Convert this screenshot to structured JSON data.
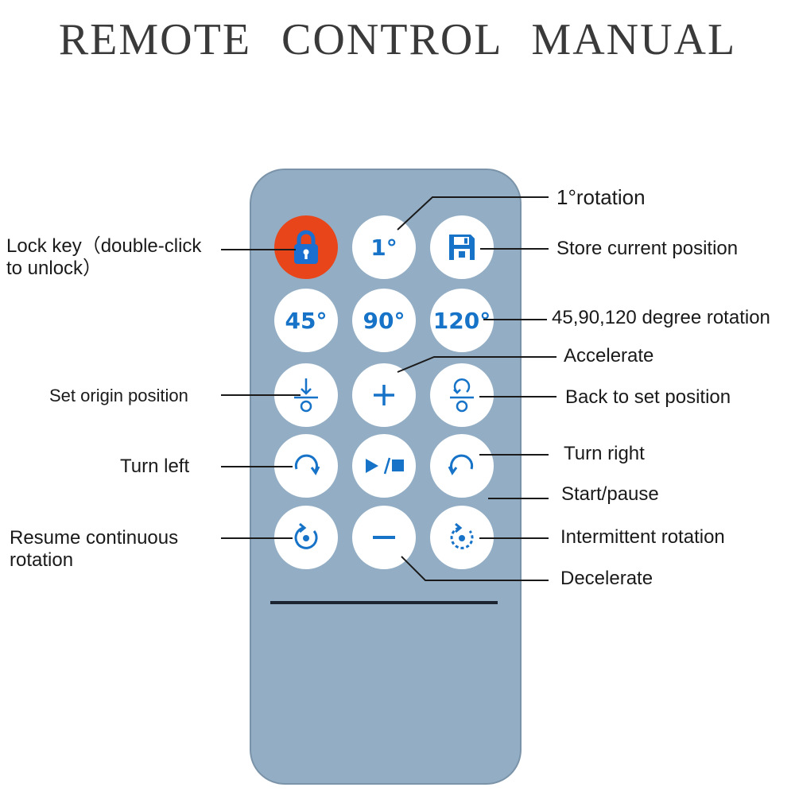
{
  "title": "REMOTE CONTROL MANUAL",
  "buttons": {
    "one_degree": "1°",
    "deg45": "45°",
    "deg90": "90°",
    "deg120": "120°"
  },
  "labels": {
    "lock_key": "Lock key（double-click to unlock）",
    "rotation_1": "1°rotation",
    "store_position": "Store current position",
    "rotation_45_90_120": "45,90,120 degree rotation",
    "accelerate": "Accelerate",
    "set_origin": "Set origin position",
    "back_to_set": "Back to set position",
    "turn_left": "Turn left",
    "turn_right": "Turn right",
    "start_pause": "Start/pause",
    "resume_continuous": "Resume continuous rotation",
    "intermittent_rotation": "Intermittent rotation",
    "decelerate": "Decelerate"
  },
  "colors": {
    "remote_body": "#93aec4",
    "button_face": "#ffffff",
    "lock_button": "#e8461a",
    "icon_blue": "#1673c8"
  },
  "icons": [
    "lock-icon",
    "save-icon",
    "set-origin-icon",
    "plus-icon",
    "back-to-set-icon",
    "rotate-left-icon",
    "play-pause-icon",
    "rotate-right-icon",
    "resume-rotation-icon",
    "minus-icon",
    "intermittent-rotation-icon"
  ]
}
